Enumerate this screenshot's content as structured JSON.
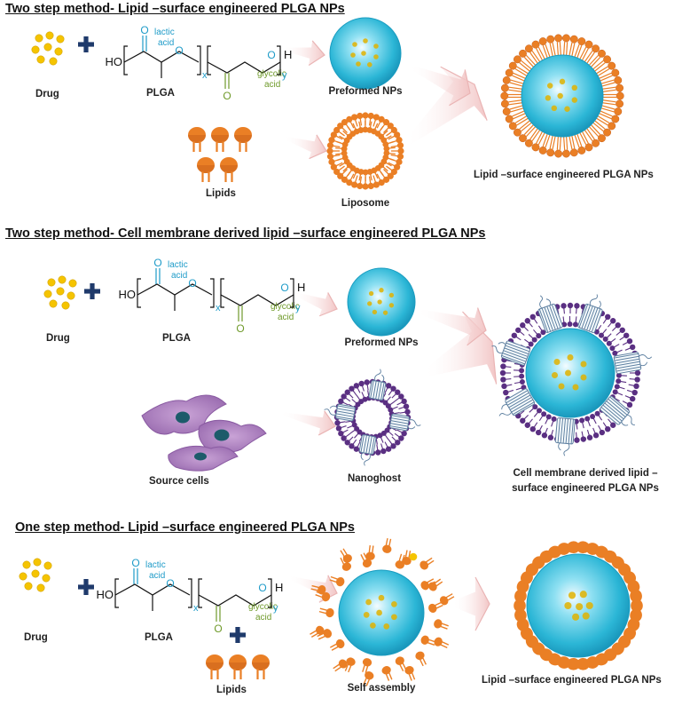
{
  "colors": {
    "drug": "#f5c400",
    "plus": "#1f3a6b",
    "core": "#2bb6d6",
    "lipid": "#ea7f25",
    "lipid_dark": "#c8601a",
    "lactic": "#1e9bc8",
    "glycolic": "#6f9a2a",
    "membrane": "#5a2f82",
    "protein": "#5d7fa0",
    "cell": "#b48ac4",
    "arrow": "#f3c8c8"
  },
  "sections": [
    {
      "heading": "Two step method- Lipid –surface engineered PLGA NPs",
      "drug_label": "Drug",
      "plga_label": "PLGA",
      "lipids_label": "Lipids",
      "np_label": "Preformed NPs",
      "liposome_label": "Liposome",
      "result_label": "Lipid –surface engineered PLGA NPs"
    },
    {
      "heading": "Two step method- Cell membrane derived lipid –surface engineered PLGA NPs",
      "drug_label": "Drug",
      "plga_label": "PLGA",
      "source_label": "Source cells",
      "np_label": "Preformed NPs",
      "nanoghost_label": "Nanoghost",
      "result_line1": "Cell membrane derived lipid –",
      "result_line2": "surface engineered PLGA NPs"
    },
    {
      "heading": "One step method- Lipid –surface engineered PLGA NPs",
      "drug_label": "Drug",
      "plga_label": "PLGA",
      "lipids_label": "Lipids",
      "assembly_label": "Self assembly",
      "result_label": "Lipid –surface engineered PLGA NPs"
    }
  ],
  "chem": {
    "ho": "HO",
    "h": "H",
    "o": "O",
    "lactic1": "lactic",
    "lactic2": "acid",
    "glycolic1": "glycolic",
    "glycolic2": "acid",
    "x": "x",
    "y": "y"
  },
  "icons": [
    "drug-cluster-icon",
    "plus-icon",
    "plga-structure",
    "lipid-molecule-icon",
    "nanoparticle-core",
    "liposome-icon",
    "nanoghost-icon",
    "source-cell-icon",
    "arrow-icon"
  ]
}
